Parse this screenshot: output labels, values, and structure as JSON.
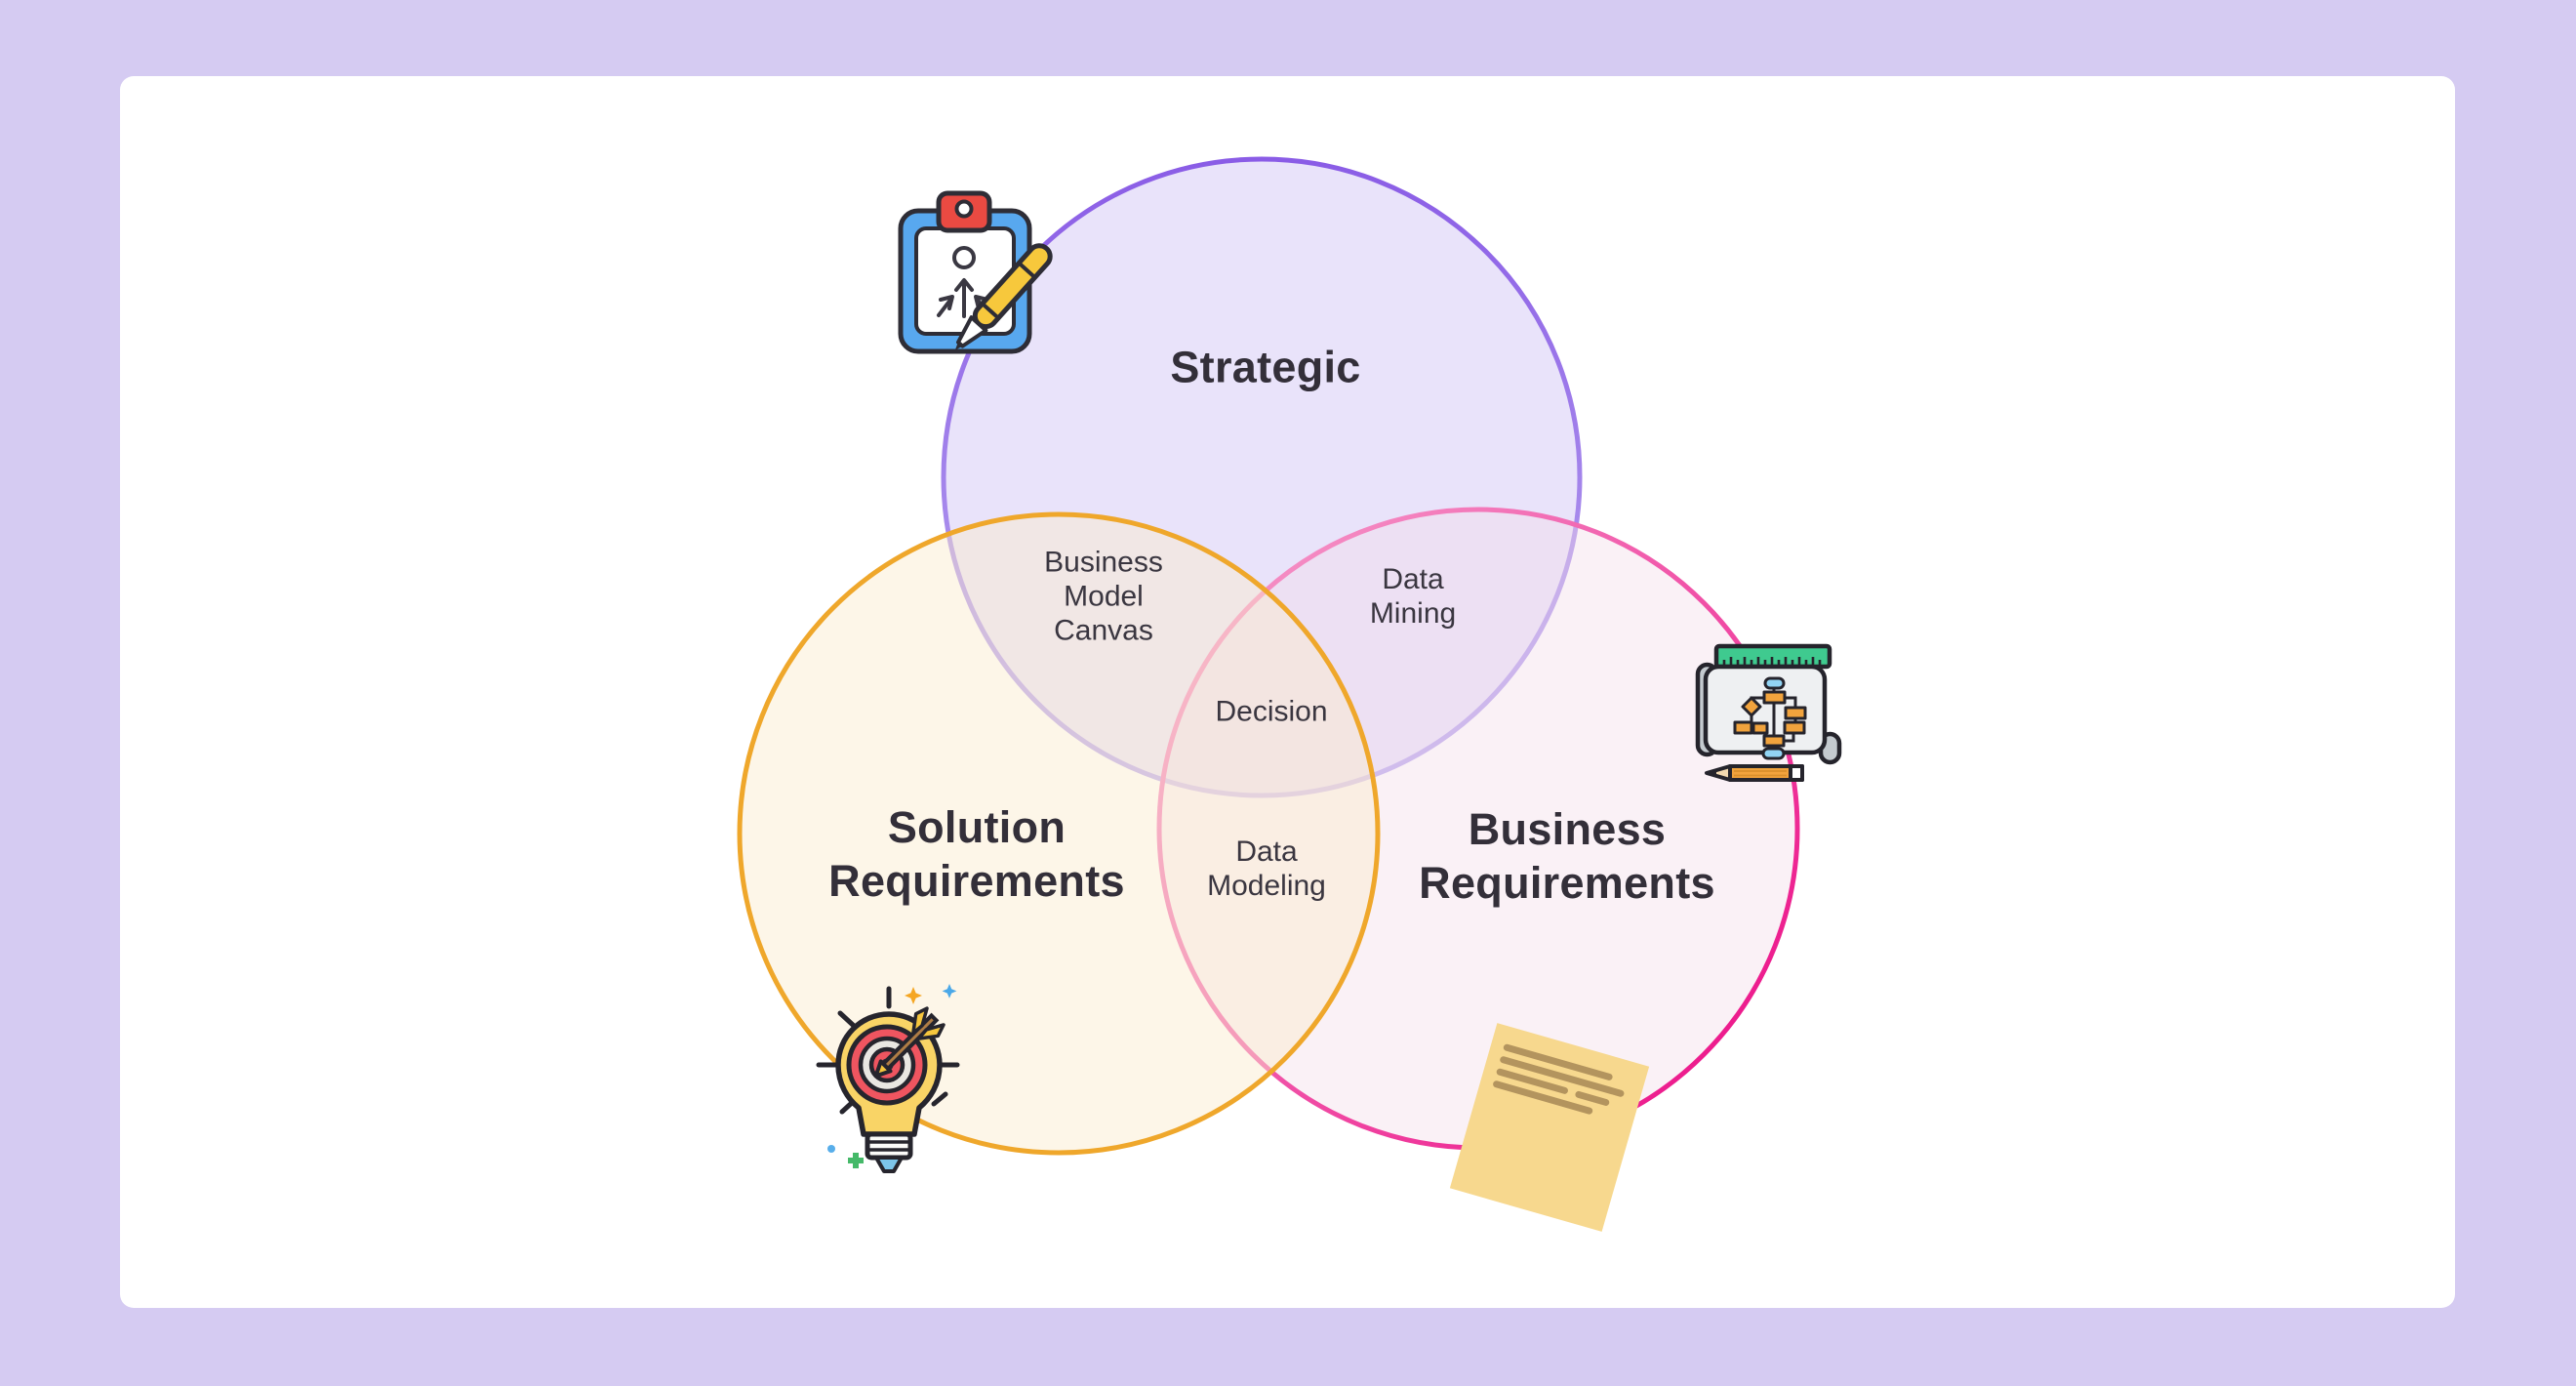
{
  "canvas": {
    "background_color": "#d5cbf2",
    "card_color": "#ffffff"
  },
  "venn": {
    "sets": [
      {
        "label": "Strategic",
        "color": "#8f63e8"
      },
      {
        "label": "Solution Requirements",
        "color": "#efa72b"
      },
      {
        "label": "Business Requirements",
        "color": "#ee2d92"
      }
    ],
    "overlaps": [
      {
        "label": "Business Model Canvas",
        "between": [
          "Strategic",
          "Solution Requirements"
        ]
      },
      {
        "label": "Data Mining",
        "between": [
          "Strategic",
          "Business Requirements"
        ]
      },
      {
        "label": "Data Modeling",
        "between": [
          "Solution Requirements",
          "Business Requirements"
        ]
      },
      {
        "label": "Decision",
        "between": [
          "Strategic",
          "Solution Requirements",
          "Business Requirements"
        ]
      }
    ]
  },
  "icons": [
    {
      "name": "strategy-clipboard-icon"
    },
    {
      "name": "flowchart-blueprint-icon"
    },
    {
      "name": "idea-target-icon"
    },
    {
      "name": "sticky-note-icon"
    }
  ]
}
